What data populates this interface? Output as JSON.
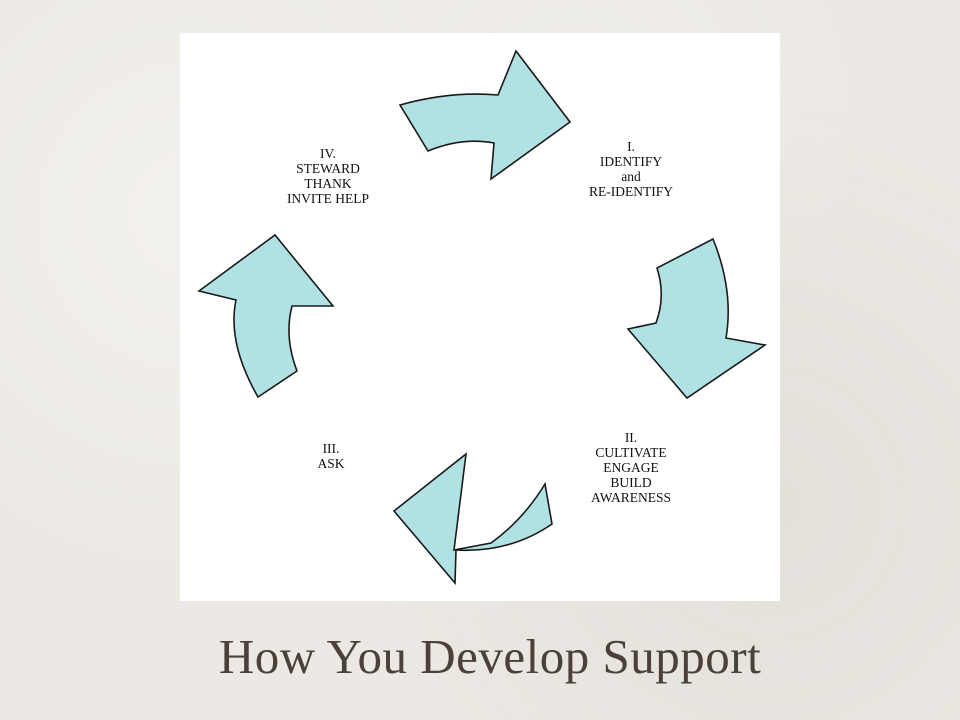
{
  "slide": {
    "title": "How You Develop Support"
  },
  "diagram": {
    "arrow_fill": "#b1e2e3",
    "arrow_stroke": "#1a1a1a",
    "stages": [
      {
        "lines": [
          "I.",
          "IDENTIFY",
          "and",
          "RE-IDENTIFY"
        ]
      },
      {
        "lines": [
          "II.",
          "CULTIVATE",
          "ENGAGE",
          "BUILD",
          "AWARENESS"
        ]
      },
      {
        "lines": [
          "III.",
          "ASK"
        ]
      },
      {
        "lines": [
          "IV.",
          "STEWARD",
          "THANK",
          "INVITE HELP"
        ]
      }
    ]
  }
}
